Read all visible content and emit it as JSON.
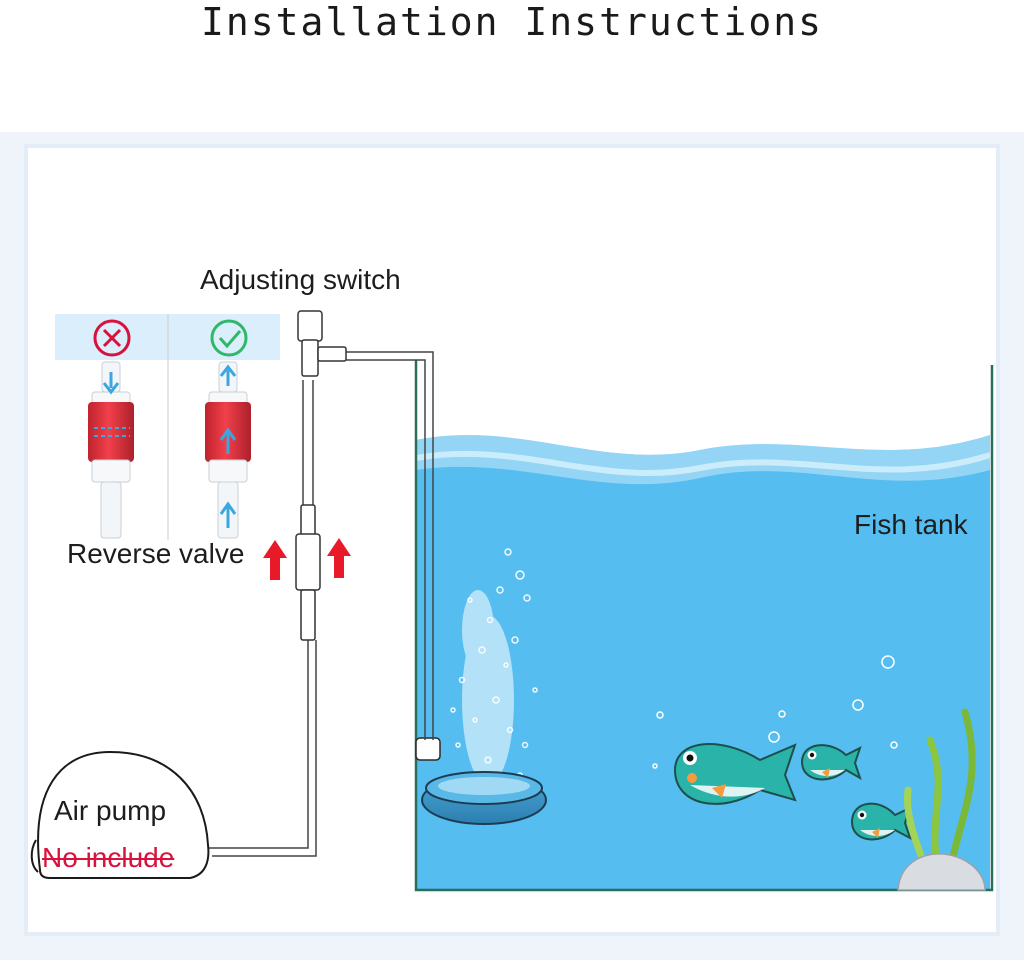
{
  "title": "Installation Instructions",
  "labels": {
    "adjusting_switch": "Adjusting switch",
    "reverse_valve": "Reverse valve",
    "fish_tank": "Fish tank",
    "air_pump": "Air pump",
    "no_include": "No include"
  },
  "icons": {
    "wrong": "x-circle-icon",
    "right": "check-circle-icon",
    "arrow": "red-up-arrow-icon"
  },
  "colors": {
    "water": "#55bdf0",
    "water_light": "#a9def8",
    "valve_red": "#e0202e",
    "check_green": "#2fb86a",
    "cross_red": "#d8123c",
    "fish": "#2ab3a8",
    "plant": "#8cc63f"
  }
}
